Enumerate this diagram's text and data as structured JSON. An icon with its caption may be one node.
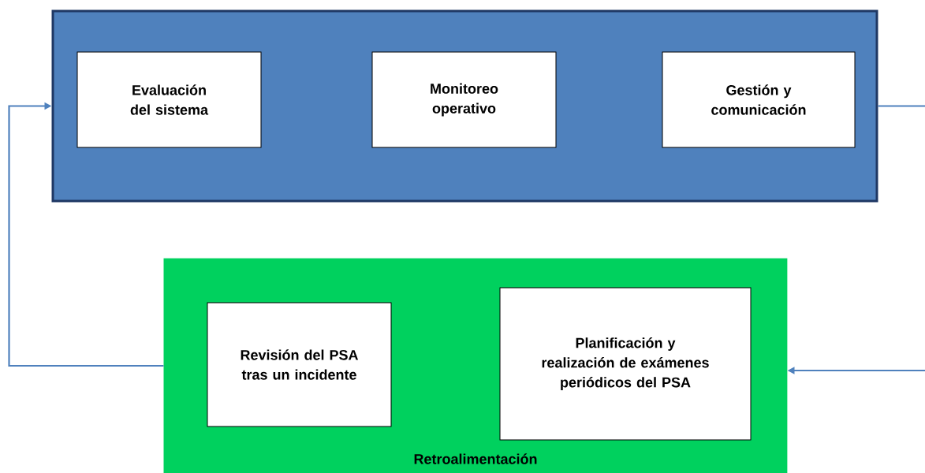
{
  "diagram": {
    "nodes": [
      {
        "text": [],
        "shape": "box"
      },
      {
        "text": [
          "Evaluación del sistema"
        ],
        "in": 0
      },
      {
        "text": [
          "Monitoreo operativo"
        ],
        "in": 0
      },
      {
        "text": [
          "Gestión y comunicación"
        ],
        "in": 0
      },
      {
        "text": [
          "Retroalimentación"
        ]
      },
      {
        "text": [
          "Revisión del PSA tras un incidente"
        ],
        "in": 4
      },
      {
        "text": [
          "Planificación y realización de exámenes periódicos del  PSA"
        ],
        "in": 4
      }
    ],
    "edges": [
      {
        "from": 4,
        "to": 0,
        "arrow": "to"
      },
      {
        "from": 0,
        "to": null,
        "arrow": "none"
      },
      {
        "from": null,
        "to": 4,
        "arrow": "to"
      }
    ]
  }
}
